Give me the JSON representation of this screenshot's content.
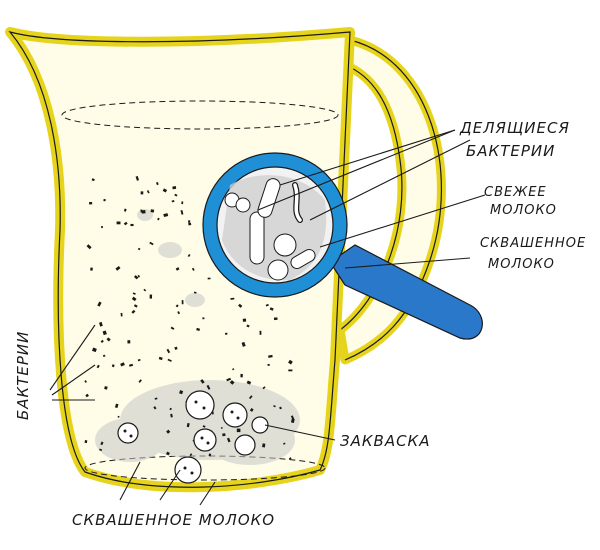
{
  "colors": {
    "jug_outline": "#e6d41c",
    "jug_fill": "#fffde8",
    "magnifier_rim": "#1f8fd6",
    "magnifier_handle": "#2a78c9",
    "lens_fill": "#f2f2f2",
    "ink": "#1a1a1a",
    "grey_cloud": "#c8c8c8"
  },
  "labels": {
    "dividing_bacteria_1": "ДЕЛЯЩИЕСЯ",
    "dividing_bacteria_2": "БАКТЕРИИ",
    "fresh_milk_1": "СВЕЖЕЕ",
    "fresh_milk_2": "МОЛОКО",
    "sour_milk_right_1": "СКВАШЕННОЕ",
    "sour_milk_right_2": "МОЛОКО",
    "bacteria_left": "БАКТЕРИИ",
    "starter": "ЗАКВАСКА",
    "sour_milk_bottom": "СКВАШЕННОЕ МОЛОКО"
  },
  "icons": {
    "jug": "jug-icon",
    "magnifier": "magnifying-glass-icon",
    "bacterium": "bacterium-icon"
  }
}
